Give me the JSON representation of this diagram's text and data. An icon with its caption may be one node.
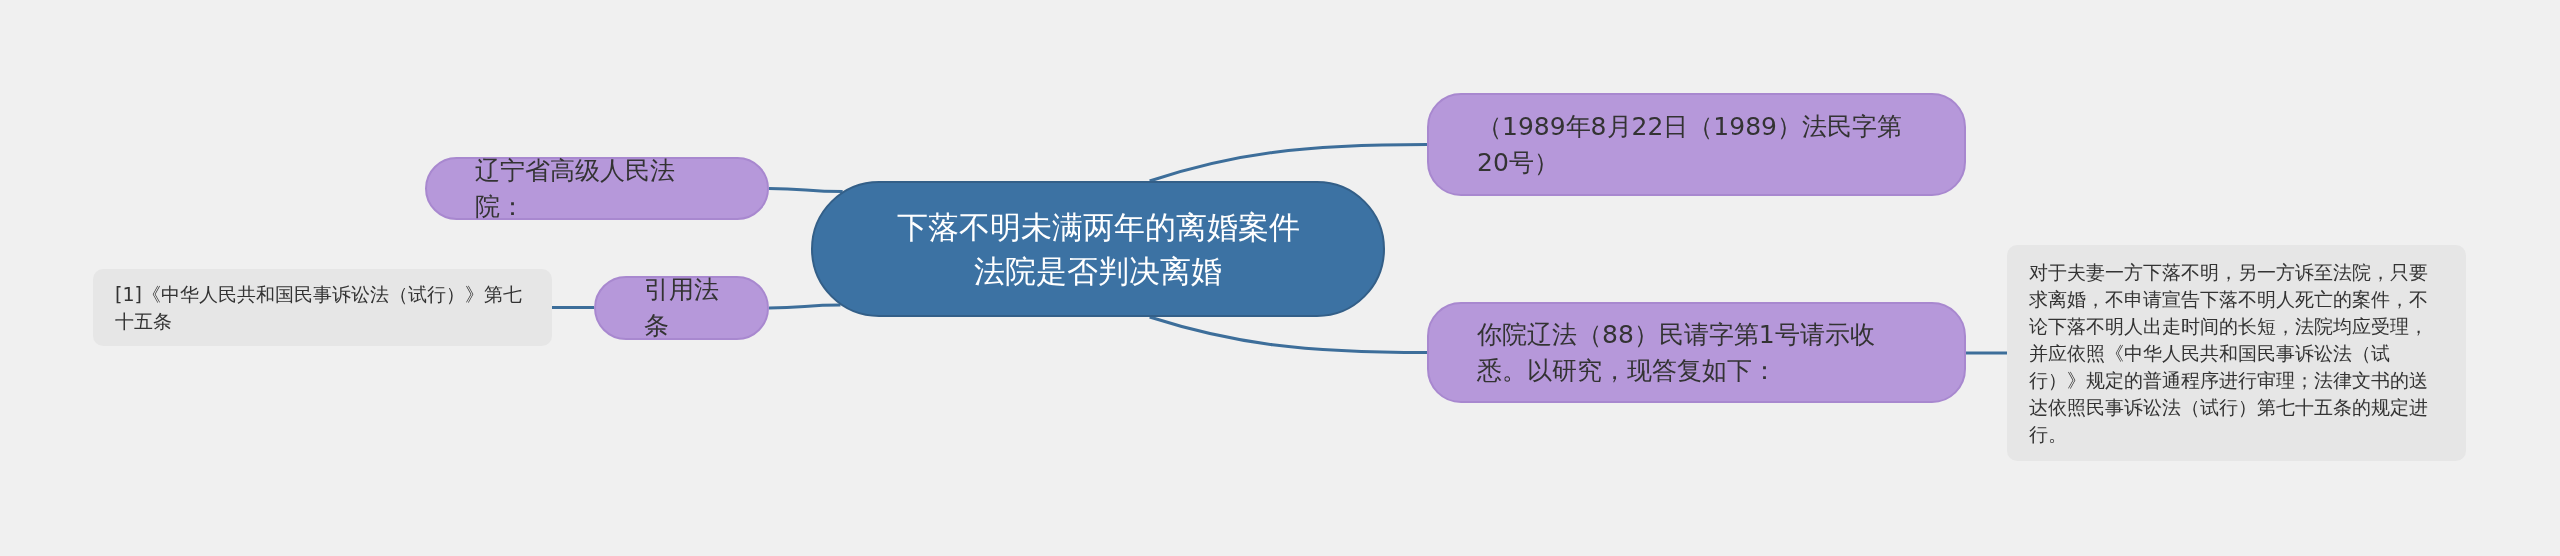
{
  "diagram": {
    "nodes": [
      {
        "text": [
          "下落不明未满两年的离婚案件法院是否判决离婚"
        ]
      },
      {
        "text": [
          "辽宁省高级人民法院："
        ]
      },
      {
        "text": [
          "引用法条"
        ]
      },
      {
        "text": [
          "[1]《中华人民共和国民事诉讼法（试行）》第七十五条"
        ]
      },
      {
        "text": [
          "（1989年8月22日（1989）法民字第20号）"
        ]
      },
      {
        "text": [
          "你院辽法（88）民请字第1号请示收悉。以研究，现答复如下："
        ]
      },
      {
        "text": [
          "对于夫妻一方下落不明，另一方诉至法院，只要求离婚，不申请宣告下落不明人死亡的案件，不论下落不明人出走时间的长短，法院均应受理，并应依照《中华人民共和国民事诉讼法（试行）》规定的普通程序进行审理；法律文书的送达依照民事诉讼法（试行）第七十五条的规定进行。"
        ]
      }
    ],
    "edges": [
      {
        "from": 0,
        "to": 1,
        "arrow": "none"
      },
      {
        "from": 0,
        "to": 2,
        "arrow": "none"
      },
      {
        "from": 2,
        "to": 3,
        "arrow": "none"
      },
      {
        "from": 0,
        "to": 4,
        "arrow": "none"
      },
      {
        "from": 0,
        "to": 5,
        "arrow": "none"
      },
      {
        "from": 5,
        "to": 6,
        "arrow": "none"
      }
    ]
  }
}
